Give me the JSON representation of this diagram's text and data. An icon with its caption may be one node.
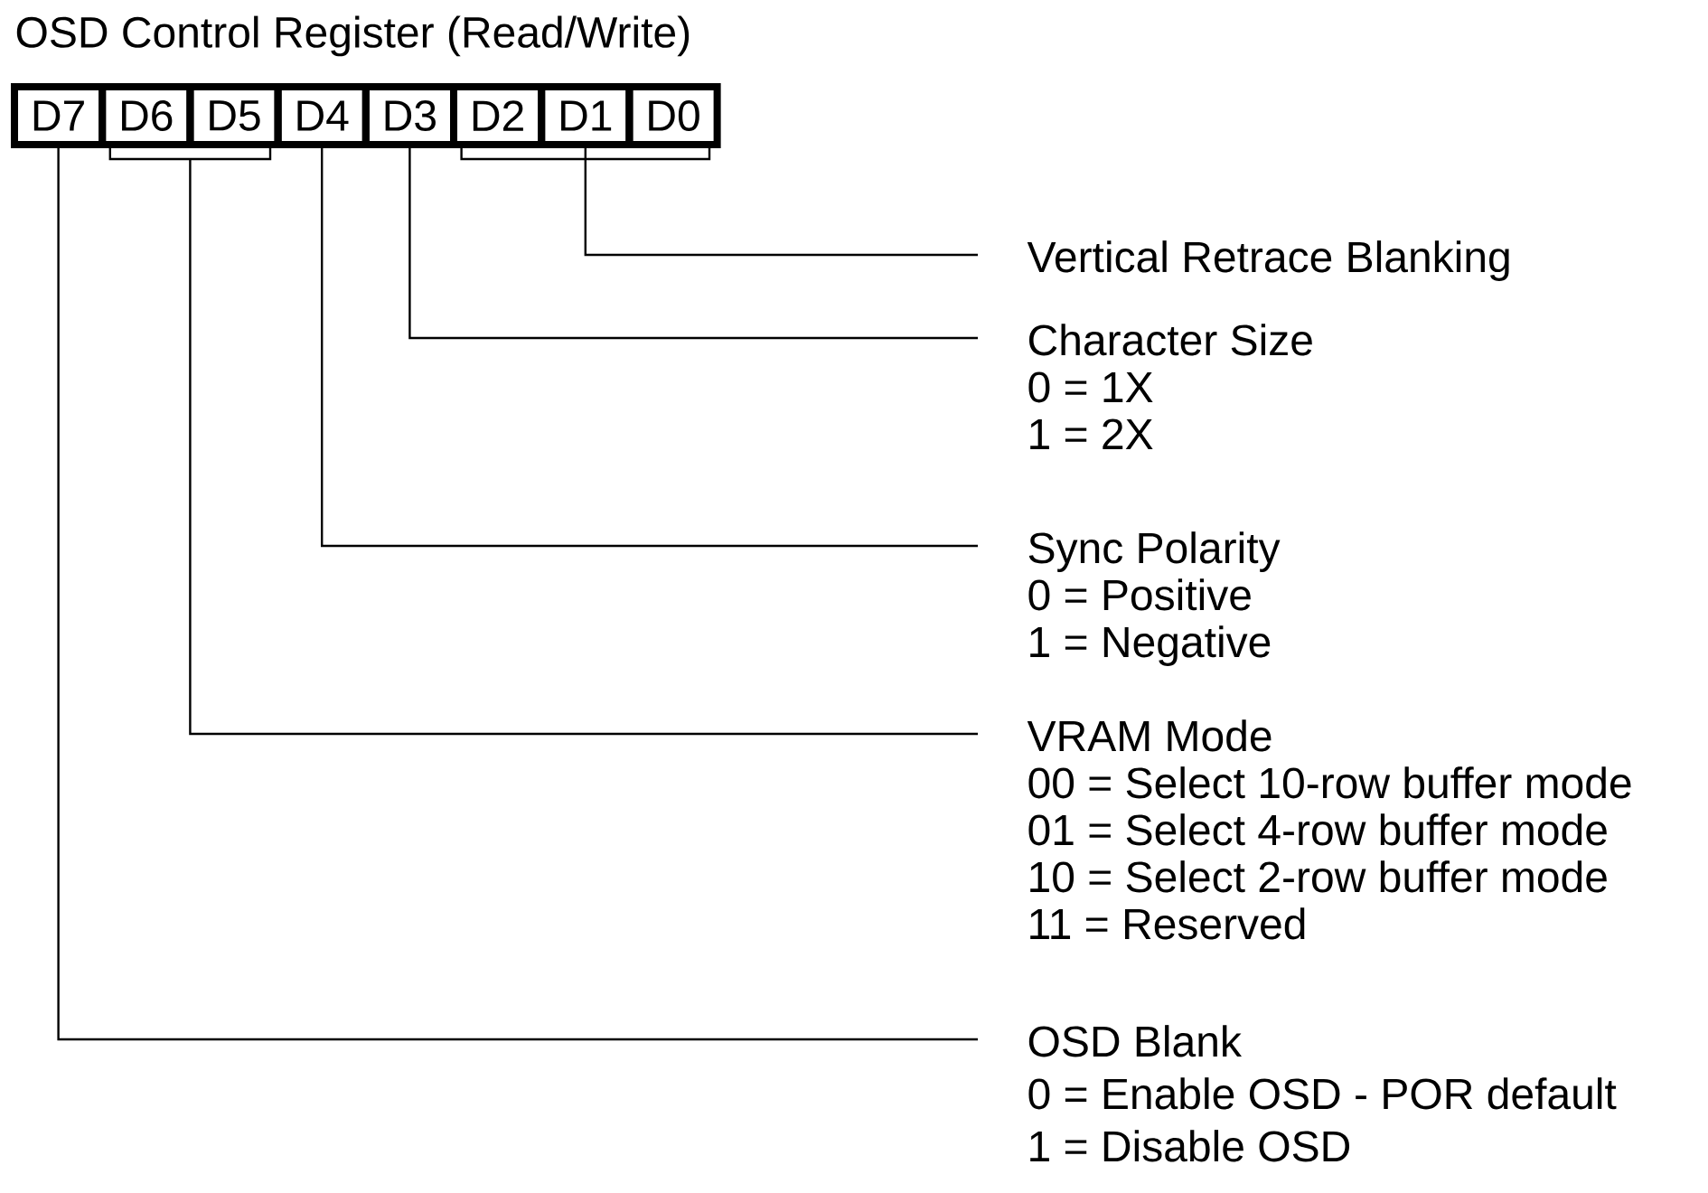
{
  "diagram": {
    "title": "OSD Control Register (Read/Write)",
    "nodes": [
      {
        "text": [
          "D7"
        ]
      },
      {
        "text": [
          "D6"
        ]
      },
      {
        "text": [
          "D5"
        ]
      },
      {
        "text": [
          "D4"
        ]
      },
      {
        "text": [
          "D3"
        ]
      },
      {
        "text": [
          "D2"
        ]
      },
      {
        "text": [
          "D1"
        ]
      },
      {
        "text": [
          "D0"
        ]
      },
      {
        "text": [
          "Vertical Retrace Blanking"
        ]
      },
      {
        "text": [
          "Character Size",
          "0 = 1X",
          "1 = 2X"
        ]
      },
      {
        "text": [
          "Sync Polarity",
          "0 = Positive",
          "1 = Negative"
        ]
      },
      {
        "text": [
          "VRAM Mode",
          "00 = Select 10-row buffer mode",
          "01 = Select 4-row buffer mode",
          "10 = Select 2-row buffer mode",
          "11 = Reserved"
        ]
      },
      {
        "text": [
          "OSD Blank",
          "0 = Enable OSD - POR default",
          "1 = Disable OSD"
        ]
      }
    ],
    "edges": [
      {
        "from": 5,
        "to": 8,
        "arrow": "none"
      },
      {
        "from": 6,
        "to": 8,
        "arrow": "none"
      },
      {
        "from": 7,
        "to": 8,
        "arrow": "none"
      },
      {
        "from": 4,
        "to": 9,
        "arrow": "none"
      },
      {
        "from": 3,
        "to": 10,
        "arrow": "none"
      },
      {
        "from": 1,
        "to": 11,
        "arrow": "none"
      },
      {
        "from": 2,
        "to": 11,
        "arrow": "none"
      },
      {
        "from": 0,
        "to": 12,
        "arrow": "none"
      }
    ]
  }
}
